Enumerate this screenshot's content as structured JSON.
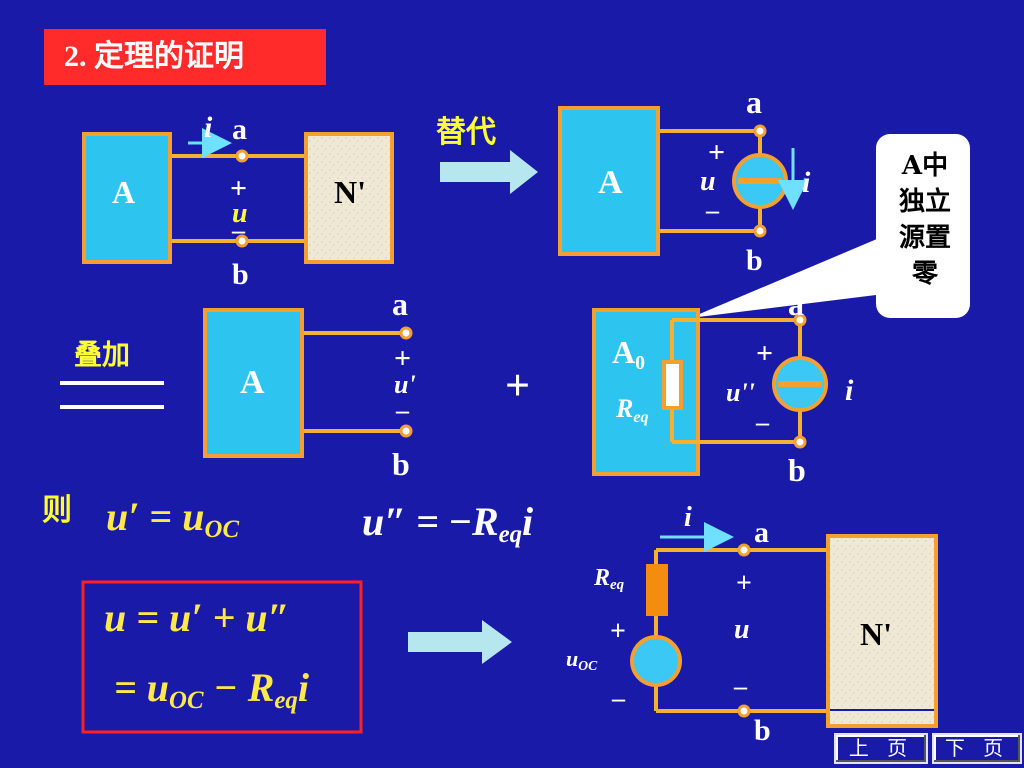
{
  "title": "2. 定理的证明",
  "labels": {
    "A": "A",
    "N_prime": "N'",
    "A0": "A0",
    "a": "a",
    "b": "b",
    "i": "i",
    "u": "u",
    "plus": "+",
    "minus": "–",
    "u_prime": "u'",
    "u_dprime": "u''",
    "Req": "Req",
    "uOC": "uOC",
    "big_plus": "+"
  },
  "annotations": {
    "replace": "替代",
    "superpose": "叠加",
    "then": "则",
    "callout": "A中独立源置零"
  },
  "equations": {
    "eq1_lhs": "u′",
    "eq1_eq": "=",
    "eq1_rhs": "u",
    "eq1_sub": "OC",
    "eq2_lhs": "u″",
    "eq2_eq": "= −",
    "eq2_R": "R",
    "eq2_sub": "eq",
    "eq2_i": "i",
    "box_line1": "u = u′ + u″",
    "box_line2_a": "= u",
    "box_line2_sub1": "OC",
    "box_line2_b": " − R",
    "box_line2_sub2": "eq",
    "box_line2_c": "i"
  },
  "nav": {
    "prev": "上 页",
    "next": "下 页"
  },
  "colors": {
    "background": "#1a1aa8",
    "box_fill": "#2ec4f0",
    "box_border": "#f4a030",
    "wire": "#f4b030",
    "network_fill": "#f2eee0",
    "resistor": "#f48c10",
    "source_fill": "#3bc8f4",
    "arrow": "#aee8f0",
    "title_bg": "#ff2b2b",
    "highlight": "#ffff33",
    "result_border": "#ff2020"
  }
}
